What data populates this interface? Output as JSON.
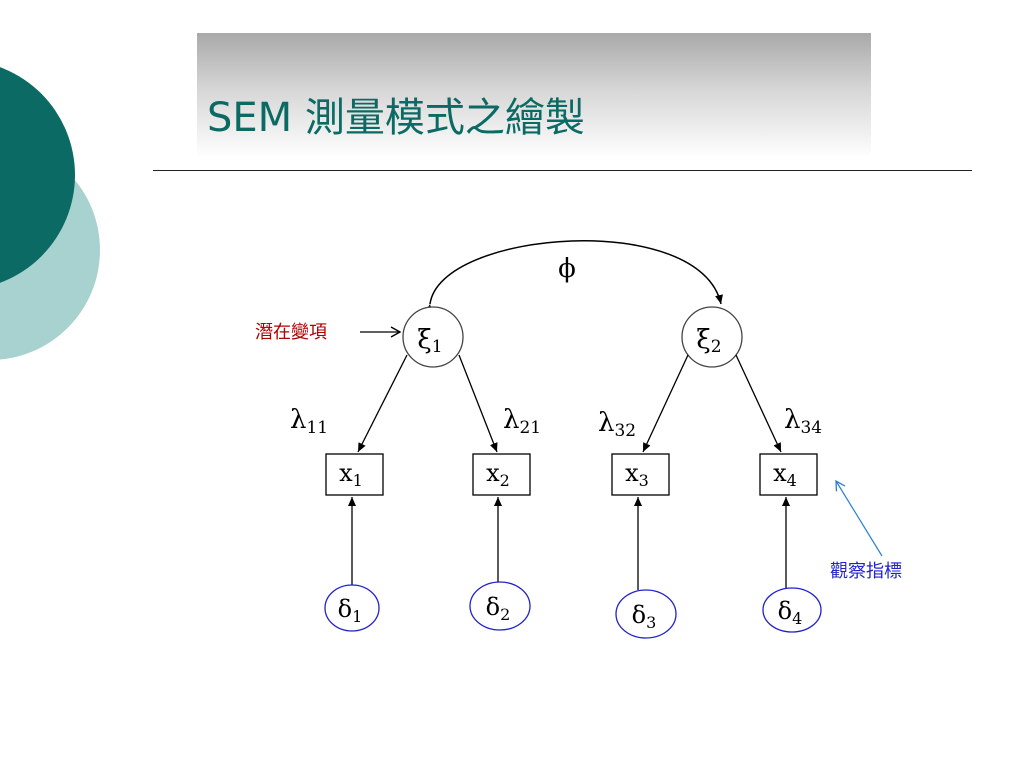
{
  "slide": {
    "title": "SEM 測量模式之繪製",
    "colors": {
      "title": "#0b6a63",
      "deco_dark": "#0b6a63",
      "deco_light": "#a8d2cf",
      "latent_label": "#b00000",
      "observed_label": "#2222cc",
      "error_circle": "#2222cc"
    }
  },
  "diagram": {
    "correlation_symbol": "ϕ",
    "latent_annotation": "潛在變項",
    "observed_annotation": "觀察指標",
    "latents": [
      {
        "symbol": "ξ",
        "sub": "1"
      },
      {
        "symbol": "ξ",
        "sub": "2"
      }
    ],
    "loadings": [
      {
        "symbol": "λ",
        "sub": "11"
      },
      {
        "symbol": "λ",
        "sub": "21"
      },
      {
        "symbol": "λ",
        "sub": "32"
      },
      {
        "symbol": "λ",
        "sub": "34"
      }
    ],
    "indicators": [
      {
        "symbol": "x",
        "sub": "1"
      },
      {
        "symbol": "x",
        "sub": "2"
      },
      {
        "symbol": "x",
        "sub": "3"
      },
      {
        "symbol": "x",
        "sub": "4"
      }
    ],
    "errors": [
      {
        "symbol": "δ",
        "sub": "1"
      },
      {
        "symbol": "δ",
        "sub": "2"
      },
      {
        "symbol": "δ",
        "sub": "3"
      },
      {
        "symbol": "δ",
        "sub": "4"
      }
    ]
  }
}
